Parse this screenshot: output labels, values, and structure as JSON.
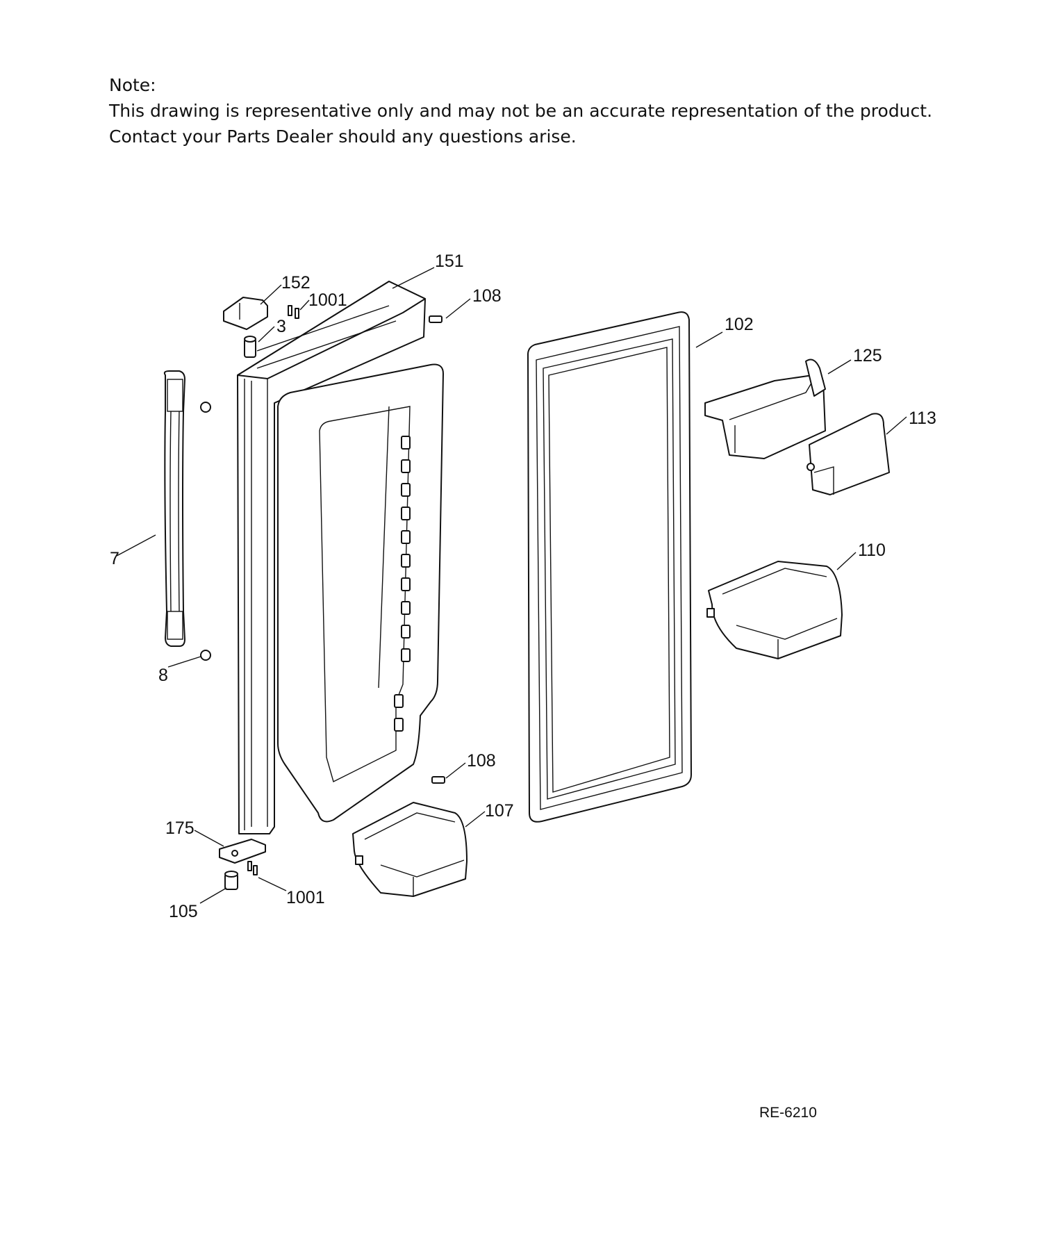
{
  "note": {
    "heading": "Note:",
    "line1": "This drawing is representative only and may not be an accurate representation of the product.",
    "line2": "Contact your Parts Dealer should any questions arise."
  },
  "callouts": {
    "c151": "151",
    "c152": "152",
    "c1001_top": "1001",
    "c3": "3",
    "c108_top": "108",
    "c102": "102",
    "c125": "125",
    "c113": "113",
    "c7": "7",
    "c110": "110",
    "c8": "8",
    "c108_bottom": "108",
    "c107": "107",
    "c175": "175",
    "c1001_bottom": "1001",
    "c105": "105"
  },
  "reference_code": "RE-6210"
}
